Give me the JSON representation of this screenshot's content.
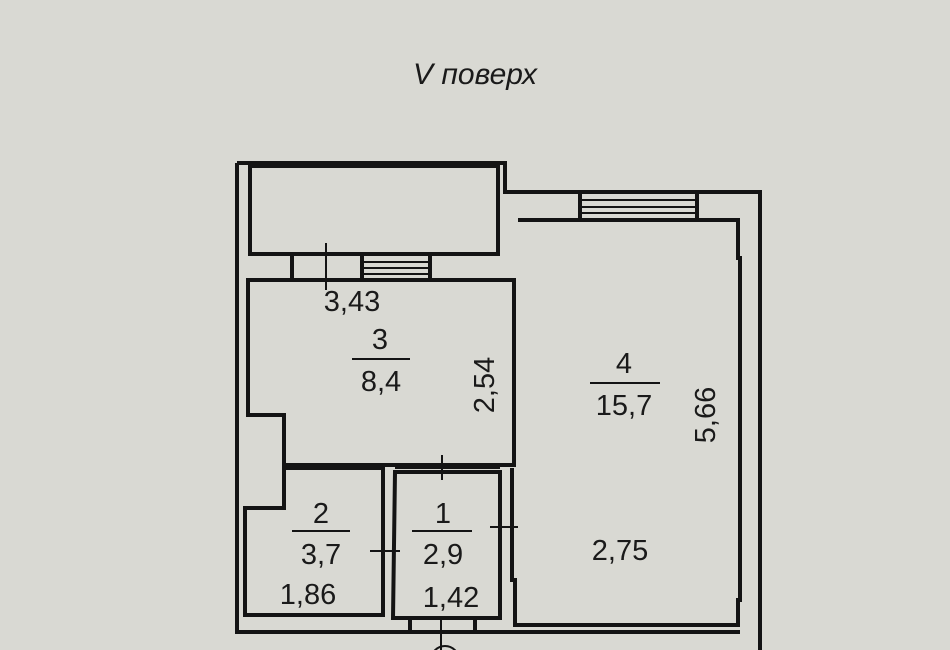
{
  "title": "V поверх",
  "rooms": [
    {
      "number": "1",
      "area": "2,9",
      "dimension": "1,42"
    },
    {
      "number": "2",
      "area": "3,7",
      "dimension": "1,86"
    },
    {
      "number": "3",
      "area": "8,4",
      "width": "3,43",
      "height": "2,54"
    },
    {
      "number": "4",
      "area": "15,7",
      "width": "2,75",
      "height": "5,66"
    }
  ]
}
